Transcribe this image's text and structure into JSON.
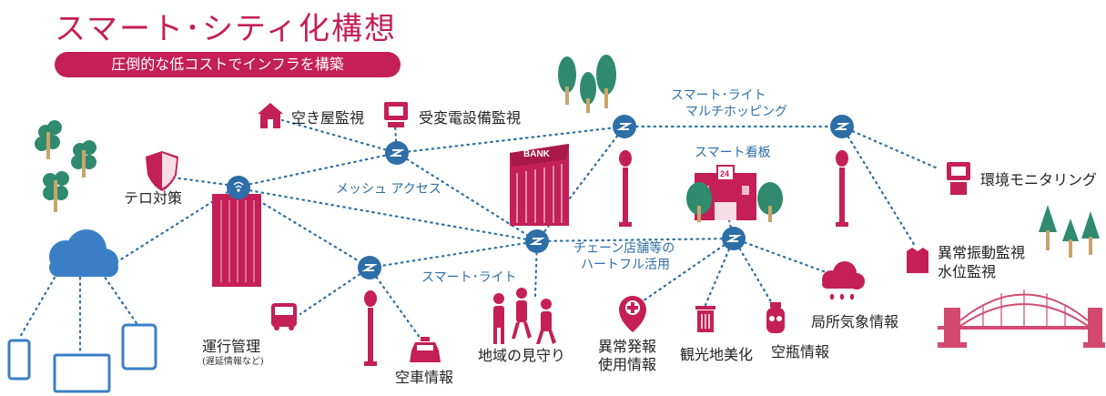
{
  "title": "スマート･シティ化構想",
  "subtitle": "圧倒的な低コストでインフラを構築",
  "labels": {
    "vacant_house": "空き屋監視",
    "substation": "受変電設備監視",
    "smart_light_multihop_1": "スマート･ライト",
    "smart_light_multihop_2": "マルチホッピング",
    "smart_signage": "スマート看板",
    "env_monitoring": "環境モニタリング",
    "terror": "テロ対策",
    "mesh_access": "メッシュ アクセス",
    "chain_store_1": "チェーン店舗等の",
    "chain_store_2": "ハートフル活用",
    "smart_light": "スマート･ライト",
    "vibration_1": "異常振動監視",
    "vibration_2": "水位監視",
    "operation": "運行管理",
    "operation_note": "(遅延情報など)",
    "taxi": "空車情報",
    "community_watch": "地域の見守り",
    "anomaly_1": "異常発報",
    "anomaly_2": "使用情報",
    "tourism": "観光地美化",
    "bottle": "空瓶情報",
    "weather": "局所気象情報",
    "bank_sign": "BANK",
    "store_sign": "24"
  },
  "colors": {
    "accent": "#c41f57",
    "node": "#2e6ea7",
    "cloud": "#3a7fc6",
    "tree_green": "#2f8a6e",
    "tree_trunk": "#c9a46a",
    "link": "#2e6ea7"
  }
}
